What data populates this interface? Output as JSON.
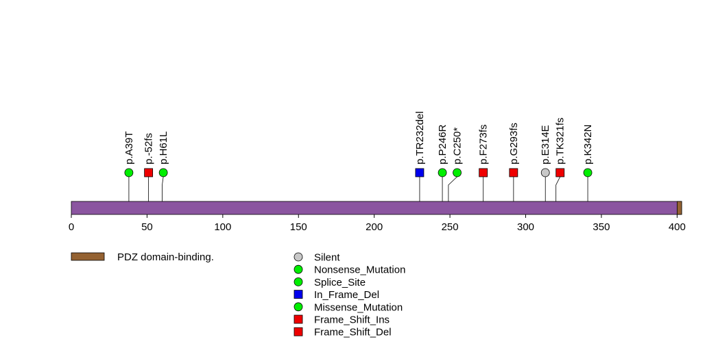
{
  "chart_data": {
    "type": "lollipop",
    "protein_length": 403,
    "xlim": [
      0,
      403
    ],
    "ticks": [
      0,
      50,
      100,
      150,
      200,
      250,
      300,
      350,
      400
    ],
    "tick_labels": [
      "0",
      "50",
      "100",
      "150",
      "200",
      "250",
      "300",
      "350",
      "400"
    ],
    "protein_color": "#8b55a0",
    "domains": [
      {
        "name": "PDZ domain-binding.",
        "start": 400,
        "end": 403,
        "color": "#946232"
      }
    ],
    "mutations": [
      {
        "label": "p.A39T",
        "position": 38,
        "type": "Missense_Mutation"
      },
      {
        "label": "p.-52fs",
        "position": 51,
        "type": "Frame_Shift_Del"
      },
      {
        "label": "p.H61L",
        "position": 60,
        "type": "Missense_Mutation"
      },
      {
        "label": "p.TR232del",
        "position": 230,
        "type": "In_Frame_Del"
      },
      {
        "label": "p.P246R",
        "position": 245,
        "type": "Missense_Mutation"
      },
      {
        "label": "p.C250*",
        "position": 249,
        "type": "Nonsense_Mutation"
      },
      {
        "label": "p.F273fs",
        "position": 272,
        "type": "Frame_Shift_Del"
      },
      {
        "label": "p.G293fs",
        "position": 292,
        "type": "Frame_Shift_Del"
      },
      {
        "label": "p.E314E",
        "position": 313,
        "type": "Silent"
      },
      {
        "label": "p.TK321fs",
        "position": 320,
        "type": "Frame_Shift_Ins"
      },
      {
        "label": "p.K342N",
        "position": 341,
        "type": "Missense_Mutation"
      }
    ],
    "legend": [
      {
        "label": "Silent",
        "shape": "circle",
        "color": "#c8c8c8"
      },
      {
        "label": "Nonsense_Mutation",
        "shape": "circle",
        "color": "#00ee00"
      },
      {
        "label": "Splice_Site",
        "shape": "circle",
        "color": "#00ee00"
      },
      {
        "label": "In_Frame_Del",
        "shape": "square",
        "color": "#0000ee"
      },
      {
        "label": "Missense_Mutation",
        "shape": "circle",
        "color": "#00ee00"
      },
      {
        "label": "Frame_Shift_Ins",
        "shape": "square",
        "color": "#ee0000"
      },
      {
        "label": "Frame_Shift_Del",
        "shape": "square",
        "color": "#ee0000"
      }
    ]
  }
}
